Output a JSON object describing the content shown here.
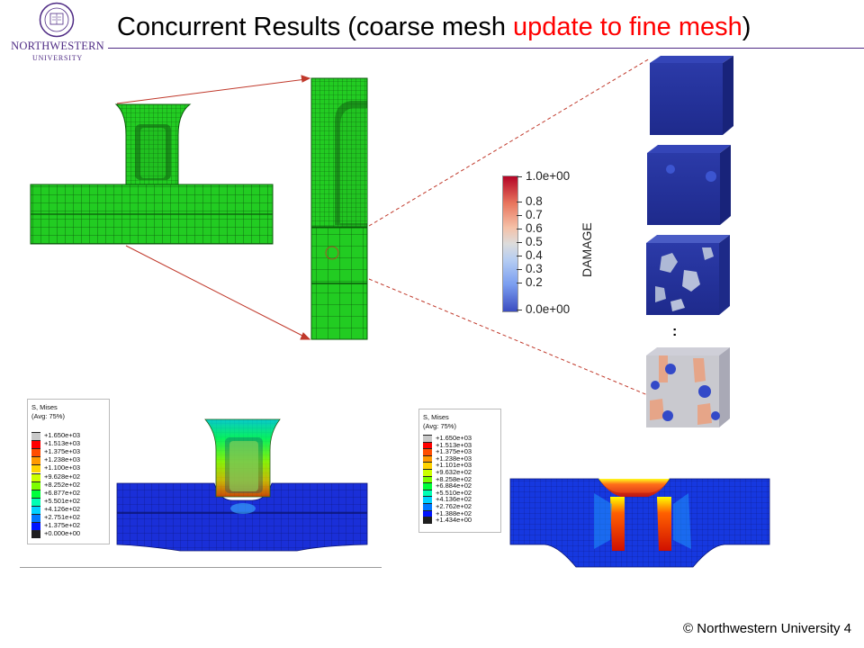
{
  "header": {
    "title_main": "Concurrent Results (coarse mesh ",
    "title_highlight": "update to fine mesh",
    "title_end": ")",
    "logo_name": "NORTHWESTERN",
    "logo_university": "UNIVERSITY"
  },
  "damage_colorbar": {
    "title": "DAMAGE",
    "max_label": "1.0e+00",
    "min_label": "0.0e+00",
    "tick_labels": [
      "0.8",
      "0.7",
      "0.6",
      "0.5",
      "0.4",
      "0.3",
      "0.2"
    ],
    "colors": [
      "#b40426",
      "#dcdcdc",
      "#3b4cc0"
    ]
  },
  "ellipsis": ":",
  "legend_left": {
    "title_line1": "S, Mises",
    "title_line2": "(Avg: 75%)",
    "values": [
      "+1.650e+03",
      "+1.513e+03",
      "+1.375e+03",
      "+1.238e+03",
      "+1.100e+03",
      "+9.628e+02",
      "+8.252e+02",
      "+6.877e+02",
      "+5.501e+02",
      "+4.126e+02",
      "+2.751e+02",
      "+1.375e+02",
      "+0.000e+00"
    ]
  },
  "legend_right": {
    "title_line1": "S, Mises",
    "title_line2": "(Avg: 75%)",
    "values": [
      "+1.650e+03",
      "+1.513e+03",
      "+1.375e+03",
      "+1.238e+03",
      "+1.101e+03",
      "+9.632e+02",
      "+8.258e+02",
      "+6.884e+02",
      "+5.510e+02",
      "+4.136e+02",
      "+2.762e+02",
      "+1.388e+02",
      "+1.434e+00"
    ]
  },
  "legend_colors": [
    "#c8c8c8",
    "#ff0000",
    "#ff4d00",
    "#ff9900",
    "#ffd200",
    "#ccff00",
    "#7cff00",
    "#00ff3c",
    "#00ffb4",
    "#00d2ff",
    "#0078ff",
    "#0014ff",
    "#1e1e1e"
  ],
  "footer": {
    "copyright": "© Northwestern  University",
    "page_number": "4"
  }
}
